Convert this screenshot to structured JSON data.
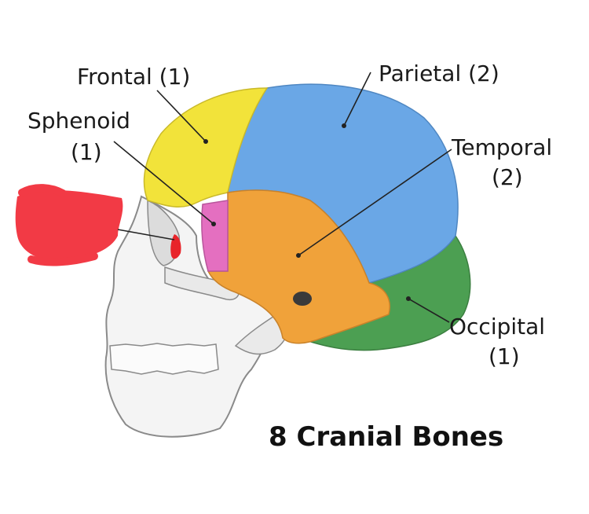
{
  "title": "8 Cranial Bones",
  "labels": {
    "frontal": "Frontal (1)",
    "parietal": "Parietal (2)",
    "sphenoid_line1": "Sphenoid",
    "sphenoid_line2": "(1)",
    "temporal_line1": "Temporal",
    "temporal_line2": "(2)",
    "occipital_line1": "Occipital",
    "occipital_line2": "(1)"
  },
  "colors": {
    "frontal": "#f2e33a",
    "parietal": "#6aa7e6",
    "temporal": "#f0a23a",
    "sphenoid": "#e46fc0",
    "occipital": "#4c9f52",
    "ethmoid": "#e8242a",
    "redaction": "#f23a45",
    "face_bone": "#f4f4f4",
    "outline": "#8a8a8a"
  }
}
